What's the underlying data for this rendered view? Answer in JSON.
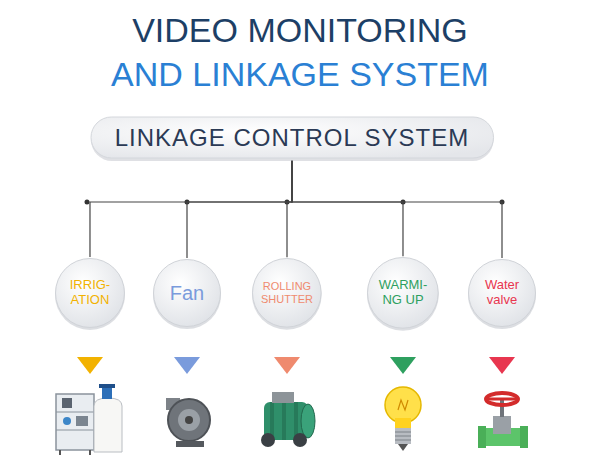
{
  "diagram": {
    "title": "VIDEO MONITORING AND LINKAGE SYSTEM",
    "nodes": [
      {
        "text": [
          "LINKAGE CONTROL SYSTEM"
        ]
      },
      {
        "text": [
          "IRRIG- ATION"
        ]
      },
      {
        "text": [
          "Fan"
        ]
      },
      {
        "text": [
          "ROLLING SHUTTER"
        ]
      },
      {
        "text": [
          "WARMI- NG UP"
        ]
      },
      {
        "text": [
          "Water valve"
        ]
      }
    ],
    "edges": [
      {
        "from": 0,
        "to": 1,
        "arrow": "none"
      },
      {
        "from": 0,
        "to": 2,
        "arrow": "none"
      },
      {
        "from": 0,
        "to": 3,
        "arrow": "none"
      },
      {
        "from": 0,
        "to": 4,
        "arrow": "none"
      },
      {
        "from": 0,
        "to": 5,
        "arrow": "none"
      }
    ]
  }
}
